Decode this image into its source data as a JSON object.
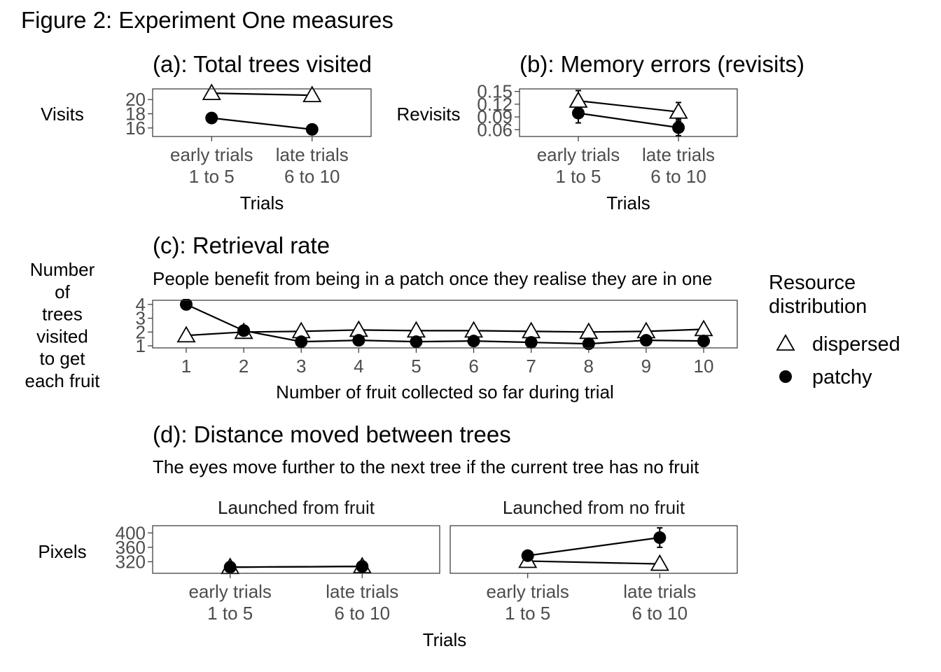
{
  "figure": {
    "title": "Figure 2: Experiment One measures"
  },
  "legend": {
    "title_lines": [
      "Resource",
      "distribution"
    ],
    "items": [
      {
        "label": "dispersed",
        "shape": "open-triangle"
      },
      {
        "label": "patchy",
        "shape": "filled-circle"
      }
    ]
  },
  "colors": {
    "line": "#000000",
    "panel_border": "#333333",
    "tick_label": "#4d4d4d",
    "triangle_fill": "#ffffff",
    "circle_fill": "#000000"
  },
  "chart_data": [
    {
      "id": "a",
      "type": "line",
      "title": "(a): Total trees visited",
      "ylabel": "Visits",
      "xlabel": "Trials",
      "x_labels": [
        "early trials\n1 to 5",
        "late trials\n6 to 10"
      ],
      "ylim": [
        14.8,
        21.5
      ],
      "yticks": [
        16,
        18,
        20
      ],
      "ytick_labels": [
        "16",
        "18",
        "20"
      ],
      "series": [
        {
          "name": "dispersed",
          "values": [
            20.9,
            20.6
          ],
          "err": [
            0,
            0
          ]
        },
        {
          "name": "patchy",
          "values": [
            17.4,
            15.8
          ],
          "err": [
            0.7,
            0.6
          ]
        }
      ]
    },
    {
      "id": "b",
      "type": "line",
      "title": "(b): Memory errors (revisits)",
      "ylabel": "Revisits",
      "xlabel": "Trials",
      "x_labels": [
        "early trials\n1 to 5",
        "late trials\n6 to 10"
      ],
      "ylim": [
        0.044,
        0.156
      ],
      "yticks": [
        0.06,
        0.09,
        0.12,
        0.15
      ],
      "ytick_labels": [
        "0.06",
        "0.09",
        "0.12",
        "0.15"
      ],
      "series": [
        {
          "name": "dispersed",
          "values": [
            0.128,
            0.102
          ],
          "err": [
            0.024,
            0.022
          ]
        },
        {
          "name": "patchy",
          "values": [
            0.099,
            0.065
          ],
          "err": [
            0.023,
            0.019
          ]
        }
      ]
    },
    {
      "id": "c",
      "type": "line",
      "title": "(c): Retrieval rate",
      "subtitle": "People benefit from being in a patch once they realise they are in one",
      "ylabel_lines": [
        "Number",
        "of",
        "trees",
        "visited",
        "to get",
        "each fruit"
      ],
      "xlabel": "Number of fruit collected so far during trial",
      "x": [
        1,
        2,
        3,
        4,
        5,
        6,
        7,
        8,
        9,
        10
      ],
      "x_labels": [
        "1",
        "2",
        "3",
        "4",
        "5",
        "6",
        "7",
        "8",
        "9",
        "10"
      ],
      "ylim": [
        0.85,
        4.3
      ],
      "yticks": [
        1,
        2,
        3,
        4
      ],
      "ytick_labels": [
        "1",
        "2",
        "3",
        "4"
      ],
      "series": [
        {
          "name": "dispersed",
          "values": [
            1.75,
            2.0,
            2.05,
            2.15,
            2.1,
            2.1,
            2.05,
            2.0,
            2.05,
            2.2
          ],
          "err": [
            0,
            0,
            0,
            0,
            0,
            0,
            0,
            0,
            0,
            0
          ]
        },
        {
          "name": "patchy",
          "values": [
            4.0,
            2.1,
            1.3,
            1.4,
            1.3,
            1.35,
            1.25,
            1.15,
            1.4,
            1.35
          ],
          "err": [
            0.1,
            0.08,
            0,
            0,
            0,
            0,
            0,
            0,
            0,
            0
          ]
        }
      ]
    },
    {
      "id": "d",
      "type": "line",
      "title": "(d): Distance moved between trees",
      "subtitle": "The eyes move further to the next tree if the current tree has no fruit",
      "ylabel": "Pixels",
      "xlabel": "Trials",
      "x_labels": [
        "early trials\n1 to 5",
        "late trials\n6 to 10"
      ],
      "ylim": [
        288,
        420
      ],
      "yticks": [
        320,
        360,
        400
      ],
      "ytick_labels": [
        "320",
        "360",
        "400"
      ],
      "facets": [
        {
          "strip": "Launched from fruit",
          "series": [
            {
              "name": "dispersed",
              "values": [
                305,
                307
              ],
              "err": [
                0,
                0
              ]
            },
            {
              "name": "patchy",
              "values": [
                305,
                307
              ],
              "err": [
                0,
                0
              ]
            }
          ]
        },
        {
          "strip": "Launched from no fruit",
          "series": [
            {
              "name": "dispersed",
              "values": [
                322,
                314
              ],
              "err": [
                0,
                0
              ]
            },
            {
              "name": "patchy",
              "values": [
                337,
                387
              ],
              "err": [
                8,
                27
              ]
            }
          ]
        }
      ]
    }
  ]
}
